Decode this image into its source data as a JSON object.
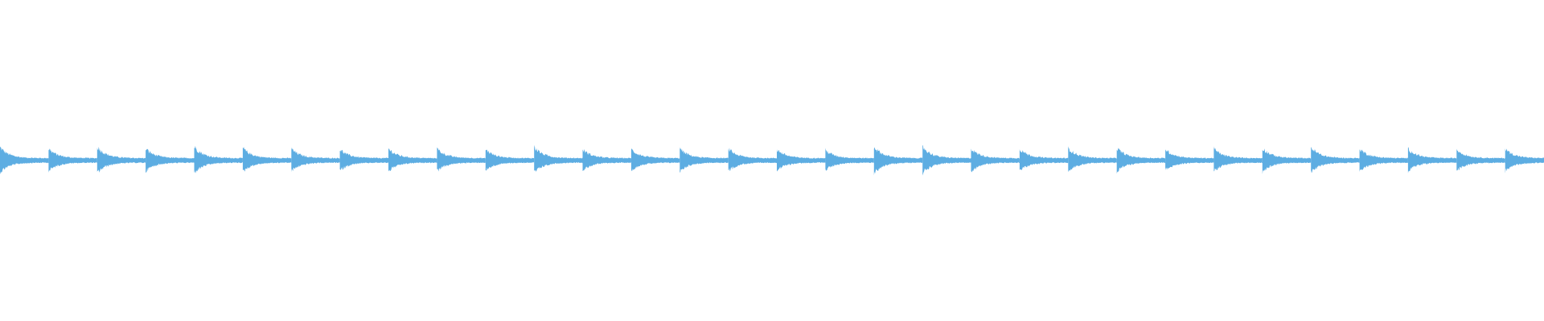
{
  "waveform": {
    "color": "#5DADE2",
    "background": "#FFFFFF",
    "beat_count": 32,
    "beats": [
      {
        "index": 1,
        "peak": 0.95
      },
      {
        "index": 2,
        "peak": 0.85
      },
      {
        "index": 3,
        "peak": 1.0
      },
      {
        "index": 4,
        "peak": 0.85
      },
      {
        "index": 5,
        "peak": 1.0
      },
      {
        "index": 6,
        "peak": 0.9
      },
      {
        "index": 7,
        "peak": 0.85
      },
      {
        "index": 8,
        "peak": 0.8
      },
      {
        "index": 9,
        "peak": 0.85
      },
      {
        "index": 10,
        "peak": 0.85
      },
      {
        "index": 11,
        "peak": 0.8
      },
      {
        "index": 12,
        "peak": 1.0
      },
      {
        "index": 13,
        "peak": 0.8
      },
      {
        "index": 14,
        "peak": 0.8
      },
      {
        "index": 15,
        "peak": 0.85
      },
      {
        "index": 16,
        "peak": 0.85
      },
      {
        "index": 17,
        "peak": 0.8
      },
      {
        "index": 18,
        "peak": 0.75
      },
      {
        "index": 19,
        "peak": 1.0
      },
      {
        "index": 20,
        "peak": 1.0
      },
      {
        "index": 21,
        "peak": 0.85
      },
      {
        "index": 22,
        "peak": 0.85
      },
      {
        "index": 23,
        "peak": 0.9
      },
      {
        "index": 24,
        "peak": 0.9
      },
      {
        "index": 25,
        "peak": 0.8
      },
      {
        "index": 26,
        "peak": 0.85
      },
      {
        "index": 27,
        "peak": 0.9
      },
      {
        "index": 28,
        "peak": 0.95
      },
      {
        "index": 29,
        "peak": 0.85
      },
      {
        "index": 30,
        "peak": 0.85
      },
      {
        "index": 31,
        "peak": 0.8
      },
      {
        "index": 32,
        "peak": 0.85
      }
    ]
  }
}
